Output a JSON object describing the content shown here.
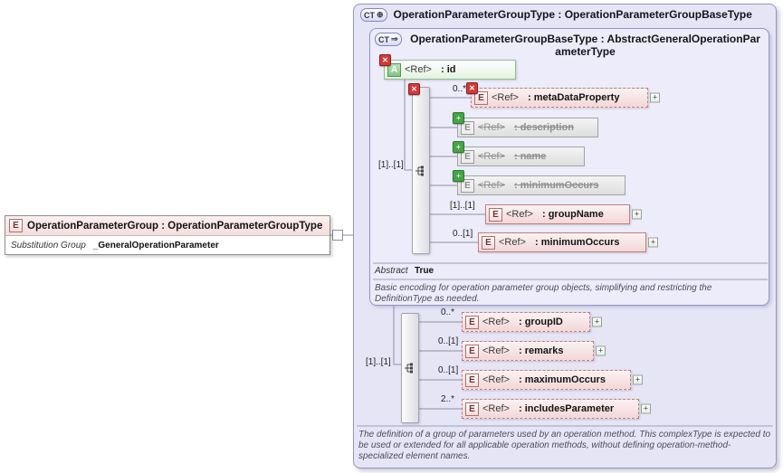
{
  "icons": {
    "element_letter": "E",
    "attribute_letter": "A",
    "complextype_label": "CT",
    "outer_ct_symbol": "⊕",
    "inner_ct_symbol": "⇒",
    "removed_glyph": "✕",
    "added_glyph": "+",
    "expand_glyph": "+"
  },
  "colors": {
    "element_fill": "#f3d7d7",
    "element_border": "#c08080",
    "outer_container_fill": "#e5e5f6",
    "inner_container_fill": "#ececfa",
    "container_border": "#9595c5",
    "attribute_fill": "#e2f2e2",
    "attribute_border": "#94bd94",
    "removed_badge": "#d33a3a",
    "added_badge": "#45a545",
    "disabled_fill": "#dedede",
    "disabled_text": "#8f8f8f"
  },
  "root_element": {
    "title": "OperationParameterGroup : OperationParameterGroupType",
    "substitution_group_label": "Substitution Group",
    "substitution_group_value": "_GeneralOperationParameter"
  },
  "outer_type": {
    "title": "OperationParameterGroupType : OperationParameterGroupBaseType",
    "footer_description": "The definition of a group of parameters used by an operation method. This complexType is expected to be used or extended for all applicable operation methods, without defining operation-method-specialized element names."
  },
  "base_type": {
    "title": "OperationParameterGroupBaseType : AbstractGeneralOperationParameterType",
    "attribute": {
      "ref_label": "<Ref>",
      "name": ": id"
    },
    "sequence_cardinality": "[1]..[1]",
    "children": [
      {
        "cardinality": "0..*",
        "ref_label": "<Ref>",
        "name": ": metaDataProperty"
      },
      {
        "ref_label": "<Ref>",
        "name": ": description"
      },
      {
        "ref_label": "<Ref>",
        "name": ": name"
      },
      {
        "ref_label": "<Ref>",
        "name": ": minimumOccurs"
      },
      {
        "cardinality": "[1]..[1]",
        "ref_label": "<Ref>",
        "name": ": groupName"
      },
      {
        "cardinality": "0..[1]",
        "ref_label": "<Ref>",
        "name": ": minimumOccurs"
      }
    ],
    "abstract_label": "Abstract",
    "abstract_value": "True",
    "description": "Basic encoding for operation parameter group objects, simplifying and restricting the DefinitionType as needed."
  },
  "extension_sequence": {
    "cardinality": "[1]..[1]",
    "children": [
      {
        "cardinality": "0..*",
        "ref_label": "<Ref>",
        "name": ": groupID"
      },
      {
        "cardinality": "0..[1]",
        "ref_label": "<Ref>",
        "name": ": remarks"
      },
      {
        "cardinality": "0..[1]",
        "ref_label": "<Ref>",
        "name": ": maximumOccurs"
      },
      {
        "cardinality": "2..*",
        "ref_label": "<Ref>",
        "name": ": includesParameter"
      }
    ]
  }
}
